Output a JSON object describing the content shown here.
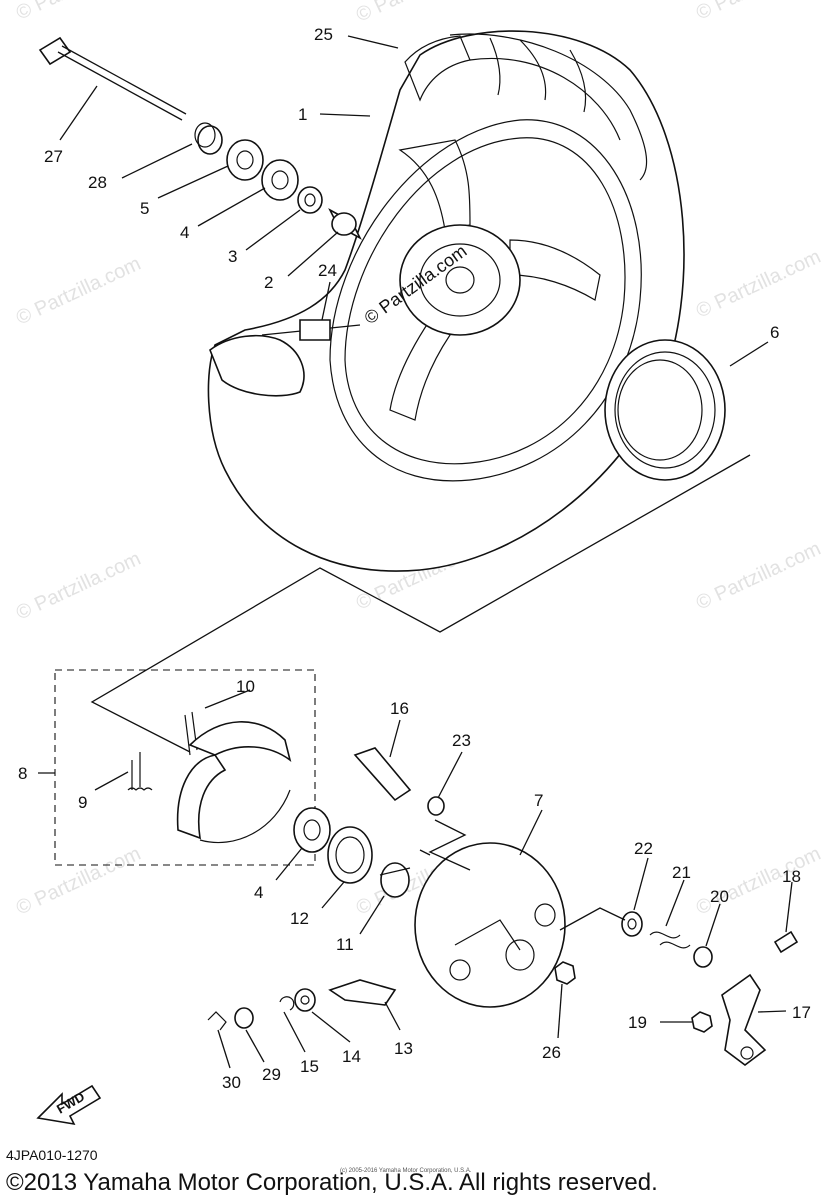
{
  "watermark": "© Partzilla.com",
  "center_watermark": "© Partzilla.com",
  "diagram_code": "4JPA010-1270",
  "copyright": "©2013 Yamaha Motor Corporation, U.S.A. All rights reserved.",
  "tiny_notice": "(c) 2005-2016 Yamaha Motor Corporation, U.S.A.",
  "fwd_label": "FWD",
  "callouts": {
    "c1": "1",
    "c2": "2",
    "c3": "3",
    "c4a": "4",
    "c4b": "4",
    "c5": "5",
    "c6": "6",
    "c7": "7",
    "c8": "8",
    "c9": "9",
    "c10": "10",
    "c11": "11",
    "c12": "12",
    "c13": "13",
    "c14": "14",
    "c15": "15",
    "c16": "16",
    "c17": "17",
    "c18": "18",
    "c19": "19",
    "c20": "20",
    "c21": "21",
    "c22": "22",
    "c23": "23",
    "c24": "24",
    "c25": "25",
    "c26": "26",
    "c27": "27",
    "c28": "28",
    "c29": "29",
    "c30": "30"
  }
}
